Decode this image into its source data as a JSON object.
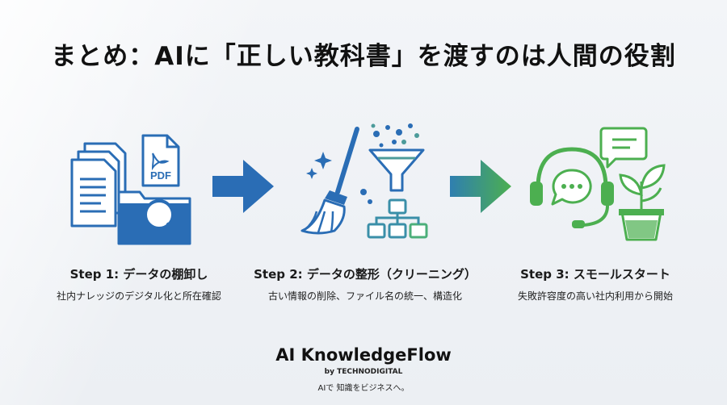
{
  "title": "まとめ：AIに「正しい教科書」を渡すのは人間の役割",
  "steps": [
    {
      "title": "Step 1: データの棚卸し",
      "desc": "社内ナレッジのデジタル化と所在確認",
      "icon": "documents-folder-search-icon",
      "doc_label": "PDF"
    },
    {
      "title": "Step 2: データの整形（クリーニング）",
      "desc": "古い情報の削除、ファイル名の統一、構造化",
      "icon": "broom-funnel-structure-icon"
    },
    {
      "title": "Step 3: スモールスタート",
      "desc": "失敗許容度の高い社内利用から開始",
      "icon": "headset-chat-plant-icon"
    }
  ],
  "brand": {
    "name": "AI KnowledgeFlow",
    "by": "by TECHNODIGITAL",
    "tagline": "AIで 知識をビジネスへ。"
  },
  "colors": {
    "blue": "#2a6db5",
    "green": "#4caf50"
  }
}
